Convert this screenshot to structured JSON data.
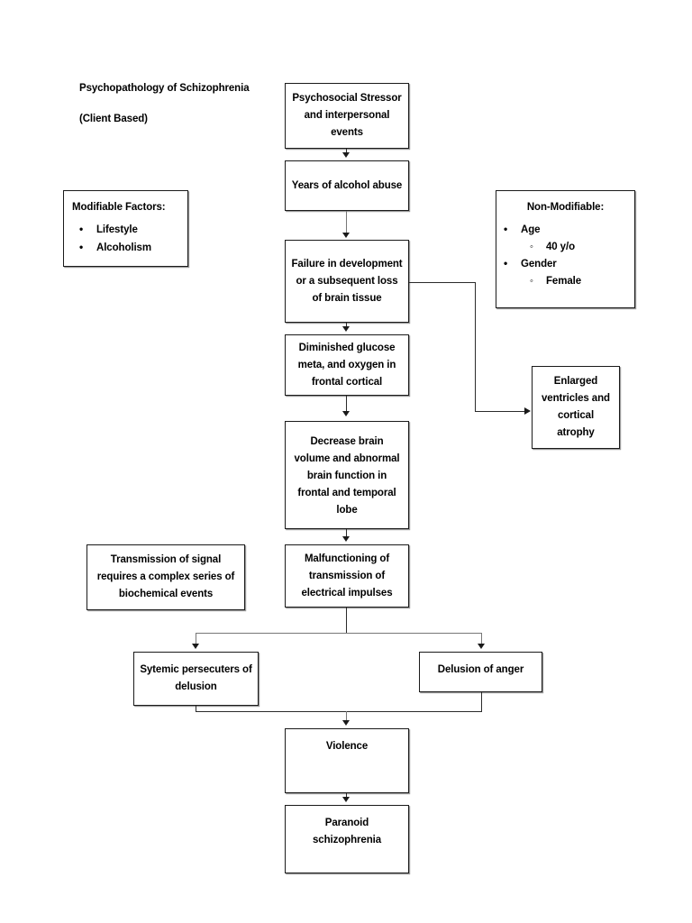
{
  "document": {
    "title_line_1": "Psychopathology of Schizophrenia",
    "title_line_2": "(Client Based)"
  },
  "modifiable": {
    "heading": "Modifiable Factors:",
    "items": [
      "Lifestyle",
      "Alcoholism"
    ]
  },
  "non_modifiable": {
    "heading": "Non-Modifiable:",
    "items": [
      {
        "label": "Age",
        "sub": "40 y/o"
      },
      {
        "label": "Gender",
        "sub": "Female"
      }
    ]
  },
  "flow": {
    "psychosocial_stressor": "Psychosocial Stressor  and interpersonal events",
    "alcohol_abuse": "Years of alcohol abuse",
    "failure_development": "Failure in development or a subsequent loss of brain tissue",
    "diminished_glucose": "Diminished glucose meta, and oxygen in frontal cortical",
    "decrease_brain_volume": "Decrease brain volume and abnormal brain function in frontal and temporal lobe",
    "malfunctioning_transmission": "Malfunctioning of transmission of electrical impulses",
    "enlarged_ventricles": "Enlarged ventricles and cortical atrophy",
    "transmission_signal_note": "Transmission of signal requires a complex series of biochemical events",
    "systemic_persecuters": "Sytemic persecuters of delusion",
    "delusion_of_anger": "Delusion of anger",
    "violence": "Violence",
    "paranoid_schizophrenia": "Paranoid schizophrenia"
  },
  "colors": {
    "box_border": "#1a1a1a",
    "connector": "#777777",
    "connector_dark": "#2b2b2b",
    "background": "#ffffff",
    "text": "#000000"
  }
}
